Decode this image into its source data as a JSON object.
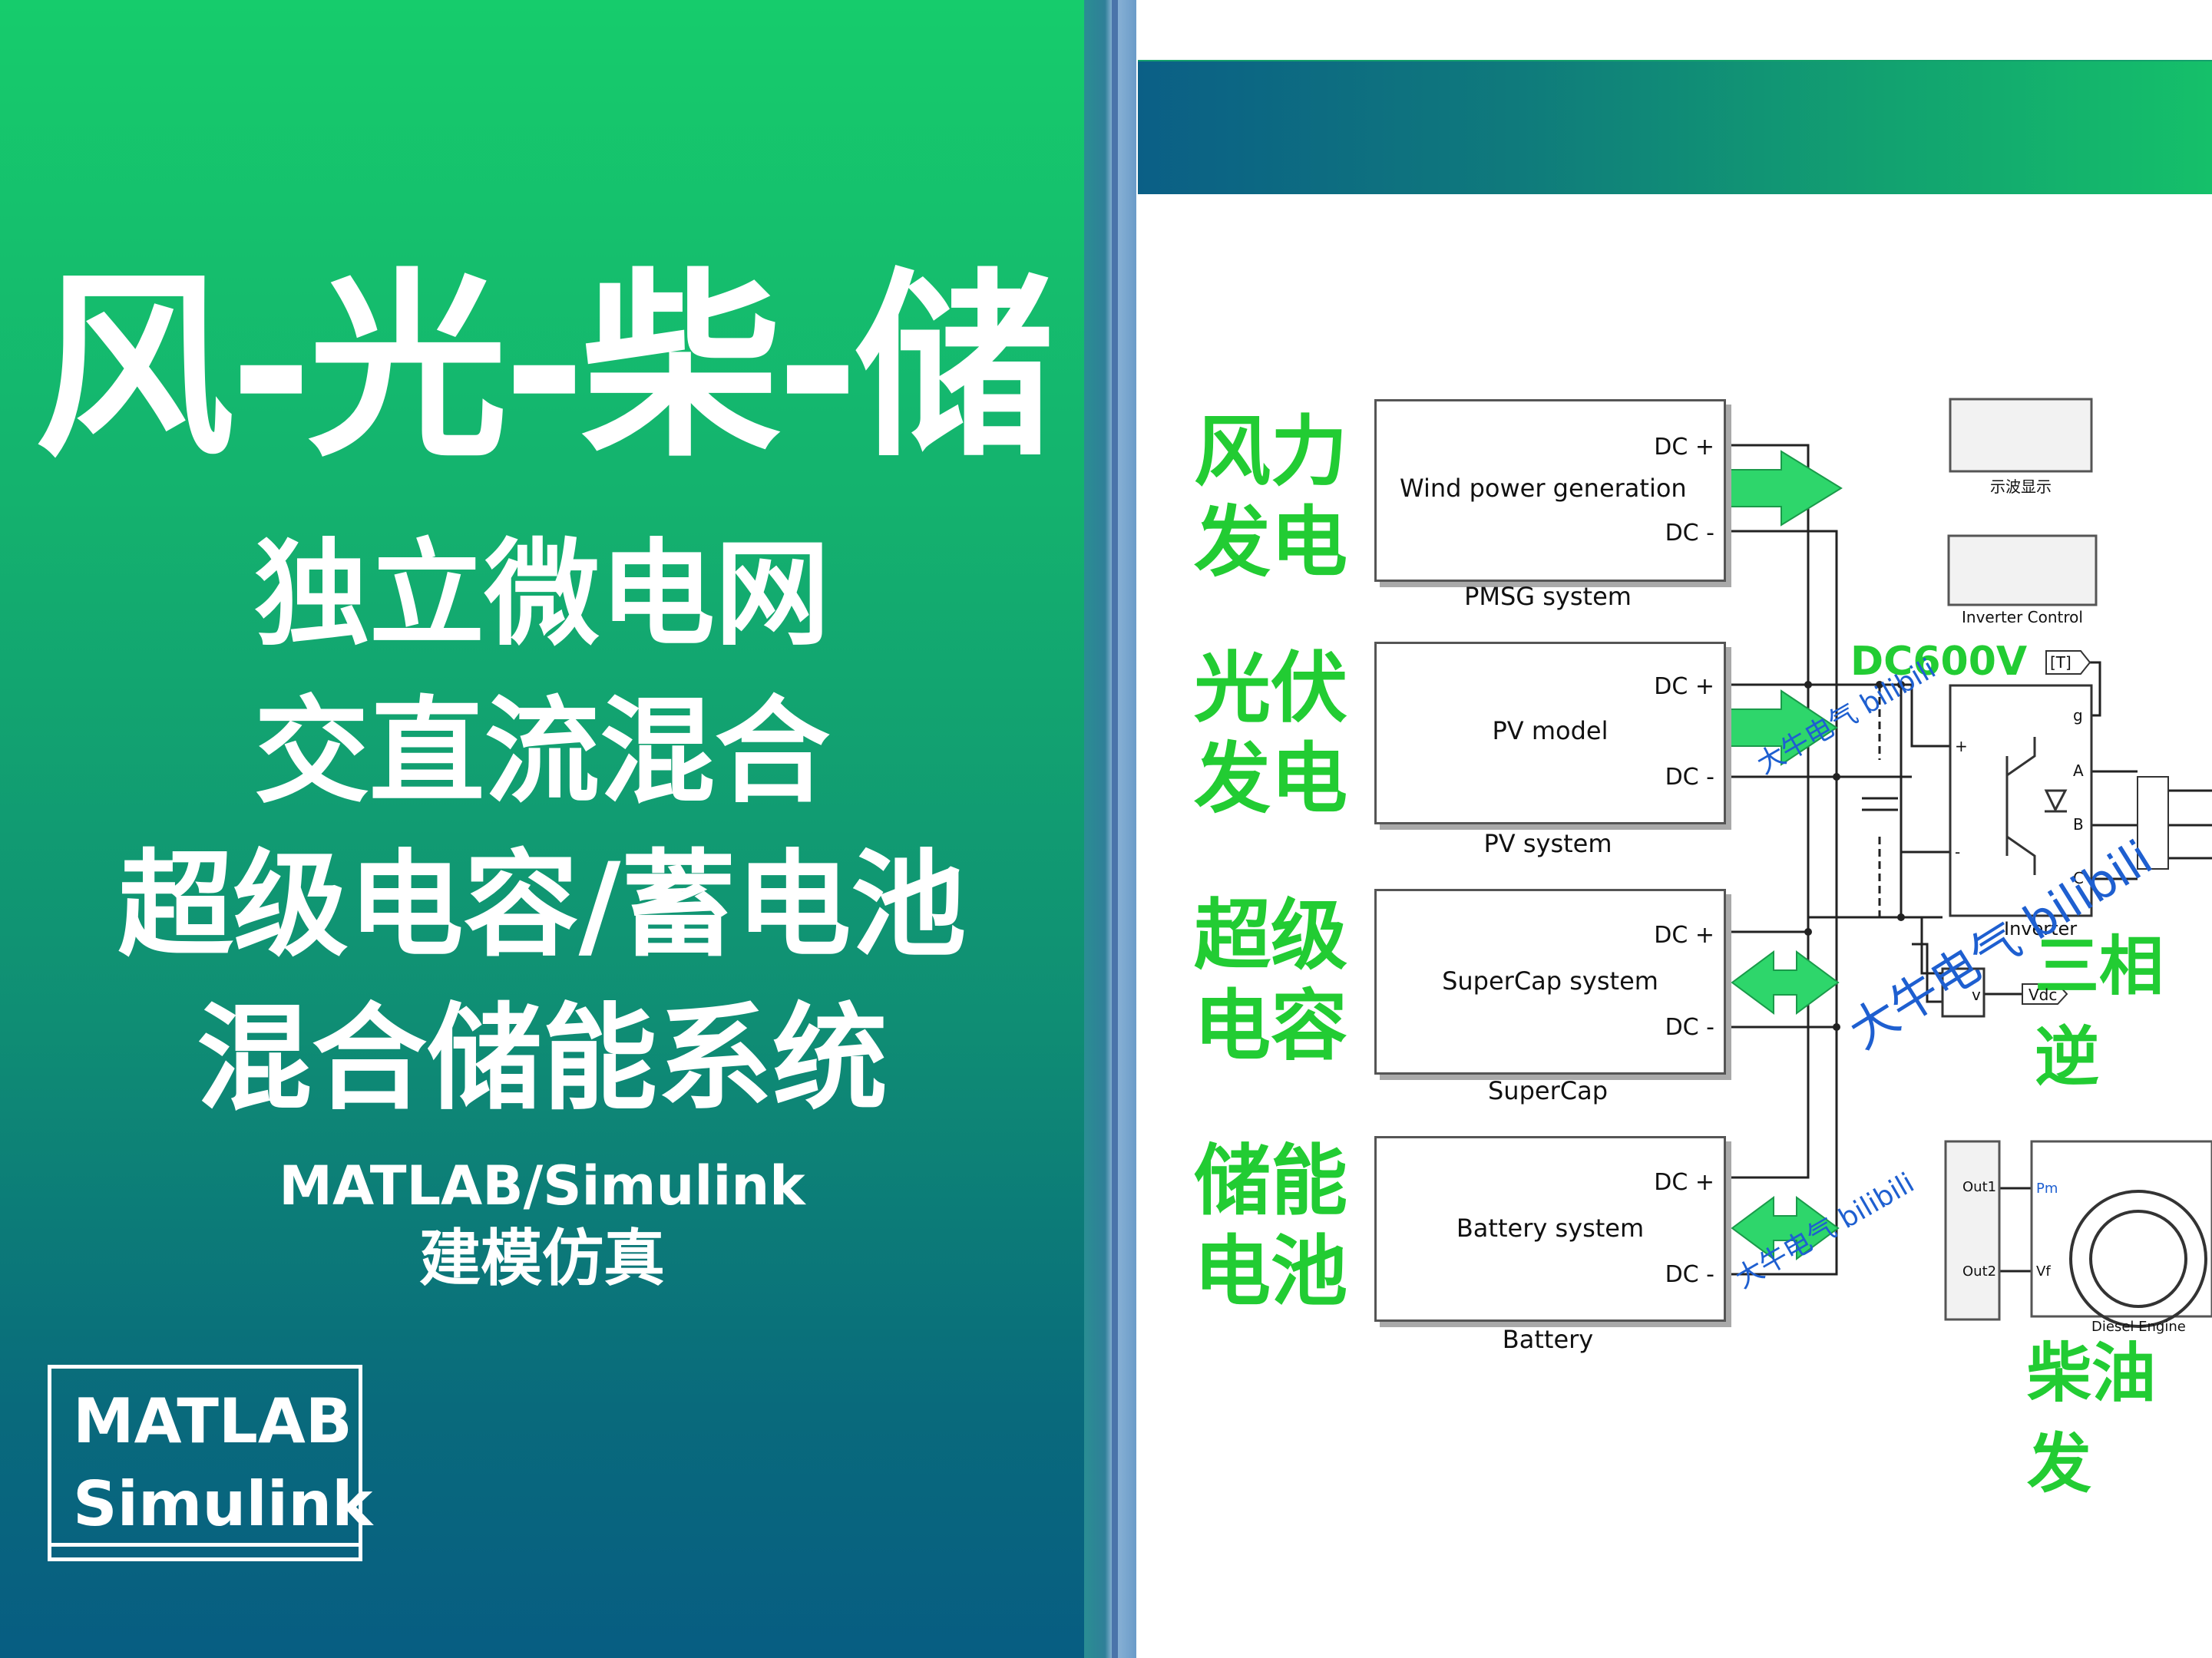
{
  "promo": {
    "title": "风-光-柴-储",
    "lines": [
      "独立微电网",
      "交直流混合",
      "超级电容/蓄电池",
      "混合储能系统"
    ],
    "tool": "MATLAB/Simulink",
    "tool_sub": "建模仿真",
    "badge": [
      "MATLAB",
      "Simulink"
    ]
  },
  "diagram": {
    "labels": {
      "wind": [
        "风力",
        "发电"
      ],
      "pv": [
        "光伏",
        "发电"
      ],
      "supercap": [
        "超级",
        "电容"
      ],
      "battery": [
        "储能",
        "电池"
      ],
      "inverter_cn": "三相逆",
      "diesel_cn": "柴油发"
    },
    "blocks": [
      {
        "name": "Wind power generation",
        "caption": "PMSG system",
        "dc_plus": "DC +",
        "dc_minus": "DC -"
      },
      {
        "name": "PV model",
        "caption": "PV system",
        "dc_plus": "DC +",
        "dc_minus": "DC -"
      },
      {
        "name": "SuperCap system",
        "caption": "SuperCap",
        "dc_plus": "DC +",
        "dc_minus": "DC -"
      },
      {
        "name": "Battery system",
        "caption": "Battery",
        "dc_plus": "DC +",
        "dc_minus": "DC -"
      }
    ],
    "scope_caption": "示波显示",
    "inverter_control_caption": "Inverter Control",
    "dc_bus_voltage": "DC600V",
    "goto_tag": "[T]",
    "inverter_caption": "Inverter",
    "inverter_ports": [
      "g",
      "A",
      "B",
      "C",
      "+",
      "-"
    ],
    "vdc_tag": "Vdc",
    "vm_label": "v",
    "out_ports": [
      "Out1",
      "Out2"
    ],
    "engine_ports": [
      "Pm",
      "Vf"
    ],
    "diesel_caption": "Diesel Engine",
    "watermarks": [
      "大牛电气 bilibili",
      "大牛电气 bilibili",
      "大牛电气 bilibili"
    ],
    "colors": {
      "green_label": "#22cc33",
      "arrow_green": "#2ed66b",
      "watermark": "#1e5fd0"
    }
  }
}
